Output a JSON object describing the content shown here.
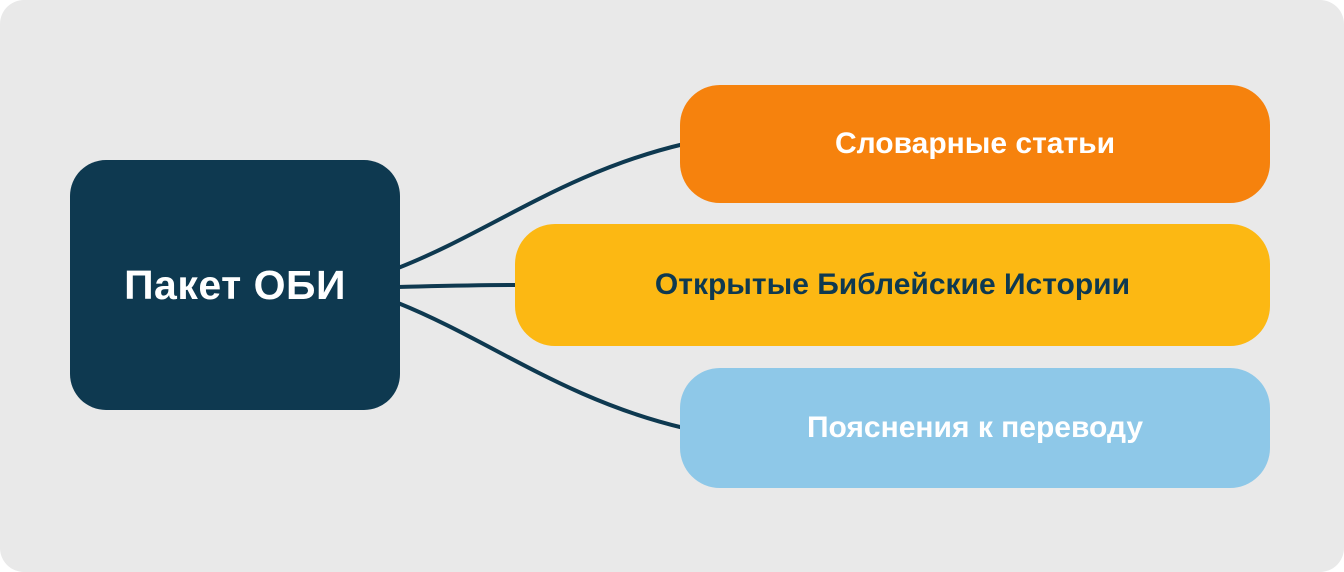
{
  "diagram": {
    "background_color": "#e9e9e9",
    "connector_color": "#0e3950",
    "root": {
      "label": "Пакет ОБИ",
      "bg": "#0e3950",
      "text_color": "#ffffff"
    },
    "children": [
      {
        "label": "Словарные статьи",
        "bg": "#f6820d",
        "text_color": "#ffffff"
      },
      {
        "label": "Открытые Библейские Истории",
        "bg": "#fcb813",
        "text_color": "#0e3950"
      },
      {
        "label": "Пояснения к переводу",
        "bg": "#8ec8e8",
        "text_color": "#ffffff"
      }
    ]
  }
}
